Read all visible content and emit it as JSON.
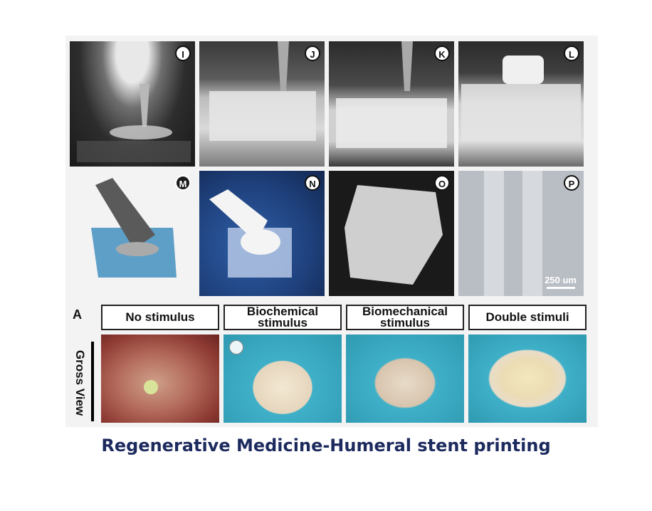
{
  "panels_top": [
    {
      "letter": "I"
    },
    {
      "letter": "J"
    },
    {
      "letter": "K"
    },
    {
      "letter": "L"
    }
  ],
  "panels_mid": [
    {
      "letter": "M"
    },
    {
      "letter": "N"
    },
    {
      "letter": "O"
    },
    {
      "letter": "P"
    }
  ],
  "scale_bar": "250 um",
  "row_label": "A",
  "side_label": "Gross View",
  "conditions": [
    "No stimulus",
    "Biochemical stimulus",
    "Biomechanical stimulus",
    "Double stimuli"
  ],
  "caption": "Regenerative Medicine-Humeral stent printing",
  "colors": {
    "caption": "#1c2a5e",
    "teal_background": "#3fb0c8"
  }
}
